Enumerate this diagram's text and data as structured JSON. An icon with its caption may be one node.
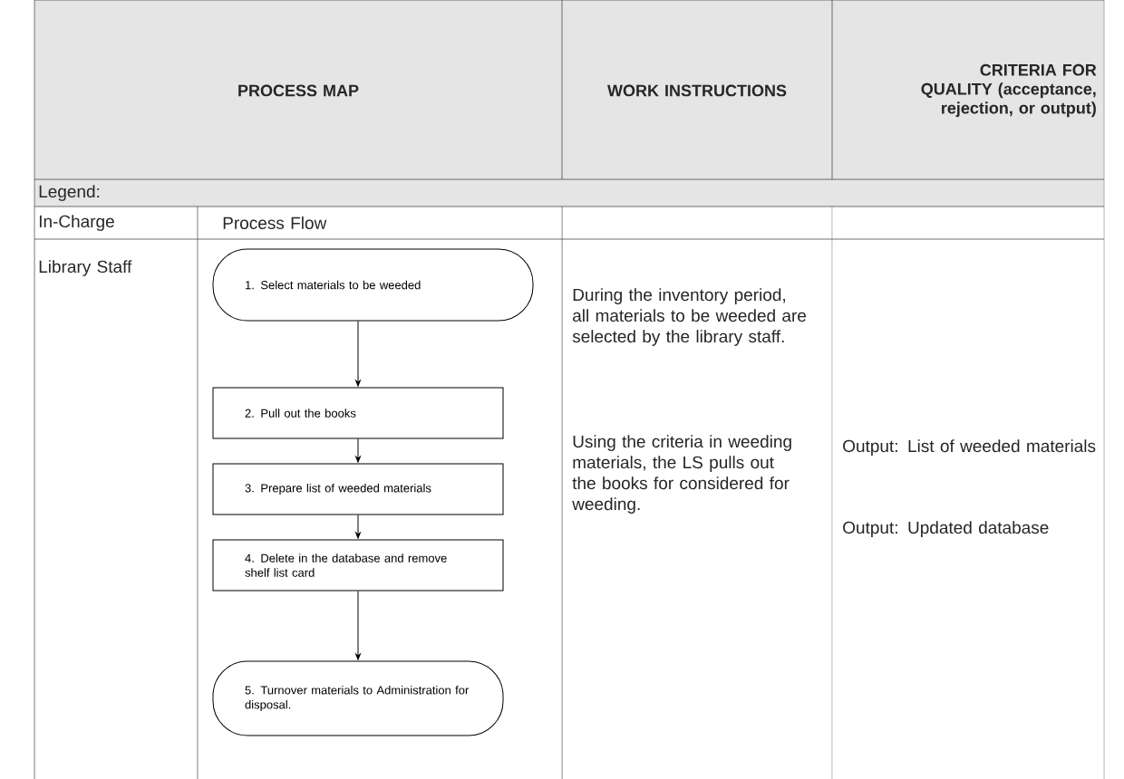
{
  "diagram": {
    "nodes": [
      {
        "text": [
          "1. Select materials to be weeded"
        ]
      },
      {
        "text": [
          "2. Pull out the books"
        ]
      },
      {
        "text": [
          "3. Prepare list of weeded materials"
        ]
      },
      {
        "text": [
          "4. Delete in the database and remove shelf list card"
        ]
      },
      {
        "text": [
          "5. Turnover materials to Administration for disposal."
        ]
      }
    ],
    "edges": [
      {
        "from": 0,
        "to": 1,
        "arrow": "to"
      },
      {
        "from": 1,
        "to": 2,
        "arrow": "to"
      },
      {
        "from": 2,
        "to": 3,
        "arrow": "to"
      },
      {
        "from": 3,
        "to": 4,
        "arrow": "to"
      }
    ],
    "labels": [
      "PROCESS MAP",
      "WORK INSTRUCTIONS",
      "CRITERIA FOR QUALITY (acceptance, rejection, or output)",
      "Legend:",
      "In-Charge",
      "Process Flow",
      "Library Staff",
      "During the inventory period, all materials to be weeded are selected by the library staff.",
      "Using the criteria in weeding materials, the LS pulls out the books for considered for weeding.",
      "Output: List of weeded materials",
      "Output: Updated database"
    ]
  }
}
